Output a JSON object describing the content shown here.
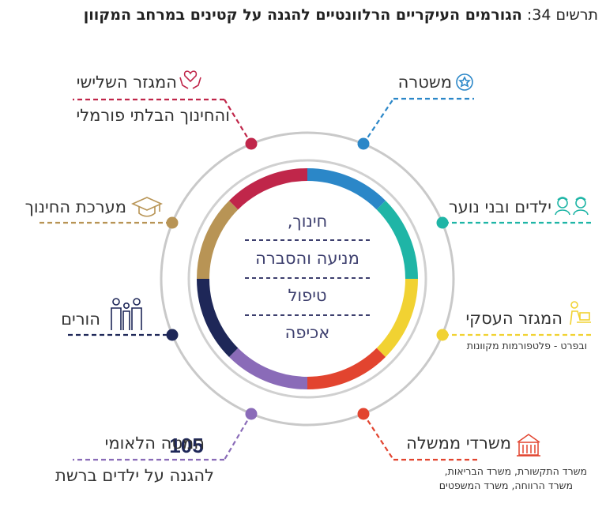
{
  "title": {
    "label": "תרשים 34:",
    "main": "הגורמים העיקריים הרלוונטיים להגנה על קטינים במרחב המקוון"
  },
  "center": {
    "lines": [
      "חינוך,",
      "מניעה והסברה",
      "טיפול",
      "אכיפה"
    ]
  },
  "nodes": {
    "third_sector": {
      "line1": "המגזר השלישי",
      "line2": "והחינוך הבלתי פורמלי",
      "color": "#c0264a",
      "icon": "heart-hands-icon"
    },
    "police": {
      "line1": "משטרה",
      "color": "#2b87c8",
      "icon": "police-badge-icon"
    },
    "education": {
      "line1": "מערכת החינוך",
      "color": "#b89455",
      "icon": "graduation-cap-icon"
    },
    "youth": {
      "line1": "ילדים ובני נוער",
      "color": "#1fb5a6",
      "icon": "children-icon"
    },
    "parents": {
      "line1": "הורים",
      "color": "#1e2758",
      "icon": "parents-icon"
    },
    "business": {
      "line1": "המגזר העסקי",
      "line2": "ובפרט - פלטפורמות מקוונות",
      "color": "#f1d232",
      "icon": "laptop-person-icon"
    },
    "national_hq": {
      "logo": "105",
      "line1": "המטה הלאומי",
      "line2": "להגנה על ילדים ברשת",
      "color": "#8a6bb8",
      "icon": "105-logo-icon"
    },
    "ministries": {
      "line1": "משרדי ממשלה",
      "line2": "משרד התקשורת, משרד הבריאות,",
      "line3": "משרד הרווחה, משרד המשפטים",
      "color": "#e2442f",
      "icon": "government-building-icon"
    }
  },
  "colors": {
    "ring_gray": "#c9c9c9",
    "center_dash": "#3d3f6e"
  }
}
